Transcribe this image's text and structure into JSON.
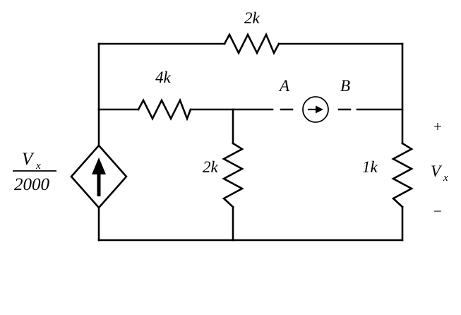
{
  "circuit": {
    "resistor_top": "2k",
    "resistor_mid": "4k",
    "resistor_center": "2k",
    "resistor_right": "1k",
    "node_a": "A",
    "node_b": "B",
    "dep_source": {
      "v": "V",
      "sub": "x",
      "denom": "2000"
    },
    "vout": {
      "plus": "+",
      "v": "V",
      "sub": "x",
      "minus": "−"
    },
    "colors": {
      "line": "#000000",
      "background": "#ffffff"
    }
  }
}
